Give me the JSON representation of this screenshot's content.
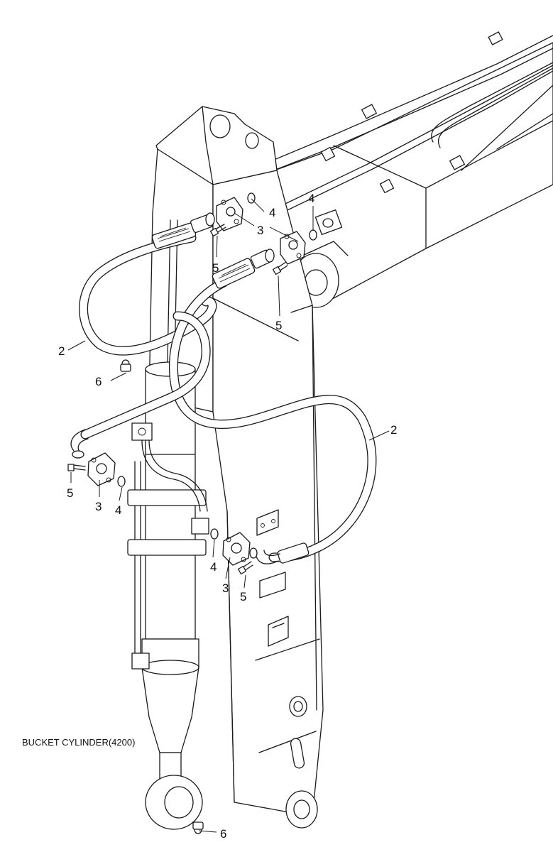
{
  "caption": "BUCKET CYLINDER(4200)",
  "callouts": {
    "hose_upper_left": "2",
    "hose_lower_right": "2",
    "flange_upper_a": "3",
    "flange_upper_b": "3",
    "flange_lower_left": "3",
    "flange_lower_mid": "3",
    "oring_upper_a": "4",
    "oring_upper_b": "4",
    "oring_lower_left": "4",
    "oring_lower_mid": "4",
    "bolt_upper_a": "5",
    "bolt_upper_b": "5",
    "bolt_lower_left": "5",
    "bolt_lower_mid": "5",
    "grease_nipple_upper": "6",
    "grease_nipple_lower": "6"
  }
}
